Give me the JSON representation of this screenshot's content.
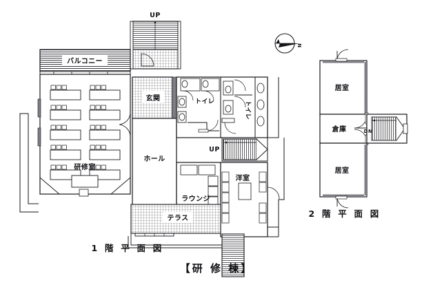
{
  "document": {
    "title": "【研 修 棟】",
    "kind": "architectural-floor-plan"
  },
  "compass": {
    "name": "north-arrow",
    "letter": "N",
    "points": "right"
  },
  "plans": [
    {
      "id": "floor1",
      "caption": "1 階 平 面 図",
      "rooms": [
        {
          "id": "balcony",
          "label": "バルコニー",
          "pattern": "deck-stripes"
        },
        {
          "id": "training",
          "label": "研修室",
          "pattern": "none"
        },
        {
          "id": "entrance",
          "label": "玄関",
          "pattern": "tile-grid"
        },
        {
          "id": "hall",
          "label": "ホール",
          "pattern": "none"
        },
        {
          "id": "toilet-a",
          "label": "トイレ",
          "pattern": "none"
        },
        {
          "id": "toilet-b",
          "label": "トイレ",
          "pattern": "none",
          "orientation": "vertical"
        },
        {
          "id": "lounge",
          "label": "ラウンジ",
          "pattern": "none"
        },
        {
          "id": "western",
          "label": "洋室",
          "pattern": "none"
        },
        {
          "id": "terrace",
          "label": "テラス",
          "pattern": "tile-grid"
        }
      ],
      "stair_markers": [
        {
          "id": "stair-north",
          "label": "UP"
        },
        {
          "id": "stair-mid",
          "label": "UP"
        }
      ],
      "furniture": {
        "desk_rows": 5,
        "desk_columns": 2,
        "chairs_per_desk": 3,
        "podium": 1,
        "lounge_benches": 9
      }
    },
    {
      "id": "floor2",
      "caption": "2 階 平 面 図",
      "rooms": [
        {
          "id": "room-upper",
          "label": "居室",
          "pattern": "none"
        },
        {
          "id": "storage",
          "label": "倉庫",
          "pattern": "none"
        },
        {
          "id": "room-lower",
          "label": "居室",
          "pattern": "none"
        }
      ],
      "stair_markers": [
        {
          "id": "stair-dn",
          "label": "DN"
        }
      ]
    }
  ],
  "colors": {
    "ink": "#16161a",
    "paper": "#ffffff",
    "wall_fill": "#ffffff",
    "hatch": "#5f5f66",
    "shade": "#7b7b82"
  }
}
